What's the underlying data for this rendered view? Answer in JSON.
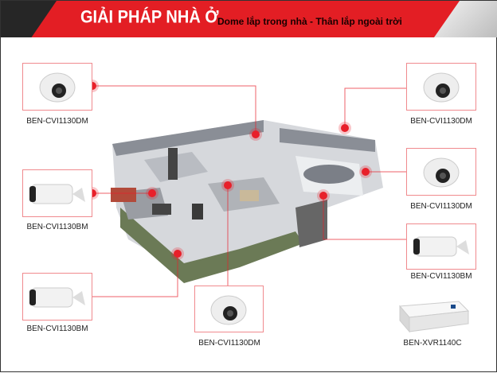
{
  "header": {
    "title": "GIẢI PHÁP NHÀ Ở",
    "subtitle": "Dome lắp trong nhà - Thân lắp ngoài trời"
  },
  "accent": "#e31e24",
  "cameras": [
    {
      "model": "BEN-CVI1130DM",
      "type": "dome-camera-icon"
    },
    {
      "model": "BEN-CVI1130BM",
      "type": "bullet-camera-icon"
    },
    {
      "model": "BEN-CVI1130BM",
      "type": "bullet-camera-icon"
    },
    {
      "model": "BEN-CVI1130DM",
      "type": "dome-camera-icon"
    },
    {
      "model": "BEN-CVI1130DM",
      "type": "dome-camera-icon"
    },
    {
      "model": "BEN-CVI1130DM",
      "type": "dome-camera-icon"
    },
    {
      "model": "BEN-CVI1130BM",
      "type": "bullet-camera-icon"
    }
  ],
  "recorder": {
    "model": "BEN-XVR1140C",
    "type": "recorder-icon"
  }
}
